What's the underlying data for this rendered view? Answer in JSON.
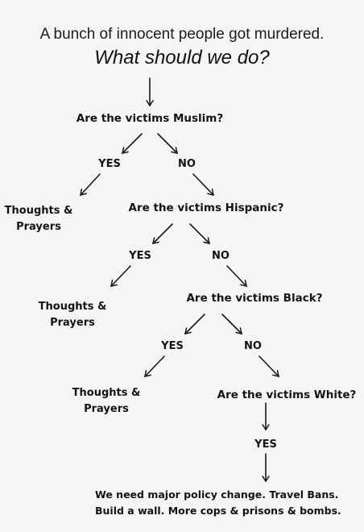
{
  "heading": "A bunch of innocent people got murdered.",
  "subheading": "What should we do?",
  "questions": [
    "Are the victims Muslim?",
    "Are the victims Hispanic?",
    "Are the victims Black?",
    "Are the victims White?"
  ],
  "yes_label": "YES",
  "no_label": "NO",
  "thoughts_line1": "Thoughts &",
  "thoughts_line2": "Prayers",
  "final_line1": "We need major policy change. Travel Bans.",
  "final_line2": "Build a wall. More cops & prisons & bombs."
}
